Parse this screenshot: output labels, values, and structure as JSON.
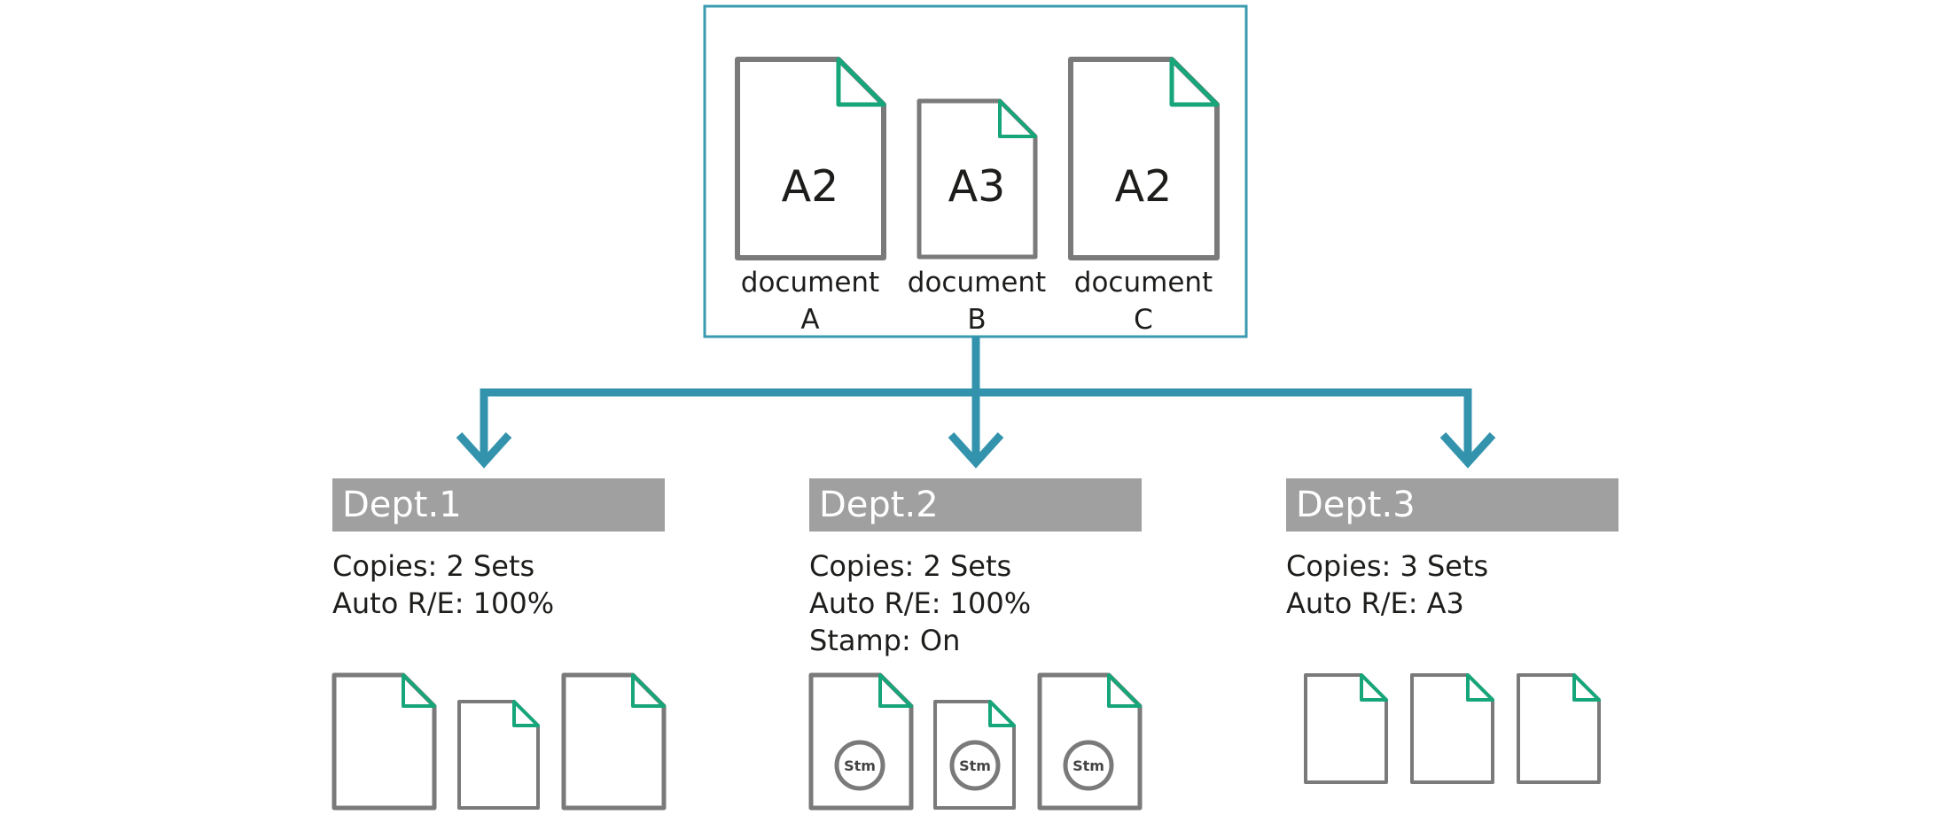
{
  "source": {
    "documents": [
      {
        "size": "A2",
        "caption_line1": "document",
        "caption_line2": "A"
      },
      {
        "size": "A3",
        "caption_line1": "document",
        "caption_line2": "B"
      },
      {
        "size": "A2",
        "caption_line1": "document",
        "caption_line2": "C"
      }
    ]
  },
  "departments": [
    {
      "name": "Dept.1",
      "copies": "Copies: 2 Sets",
      "auto_re": "Auto R/E:  100%",
      "stamp": ""
    },
    {
      "name": "Dept.2",
      "copies": "Copies: 2 Sets",
      "auto_re": "Auto R/E:  100%",
      "stamp": "Stamp: On"
    },
    {
      "name": "Dept.3",
      "copies": "Copies: 3 Sets",
      "auto_re": "Auto R/E:  A3",
      "stamp": ""
    }
  ],
  "stamp_label": "Stm",
  "colors": {
    "frame": "#3a9ab0",
    "arrow": "#3393ad",
    "page_outline": "#7a7a7a",
    "page_corner": "#17a57a",
    "dept_bar": "#a0a0a0"
  }
}
